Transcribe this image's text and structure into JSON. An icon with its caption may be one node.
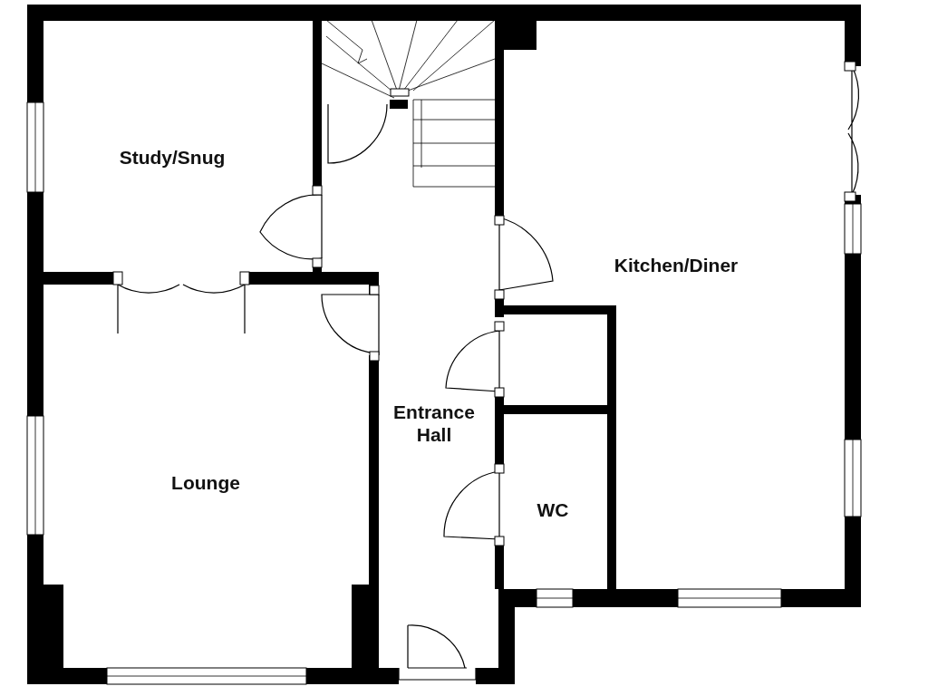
{
  "diagram": {
    "labels": [
      "Study/Snug",
      "Kitchen/Diner",
      "Entrance Hall",
      "Lounge",
      "WC"
    ]
  }
}
